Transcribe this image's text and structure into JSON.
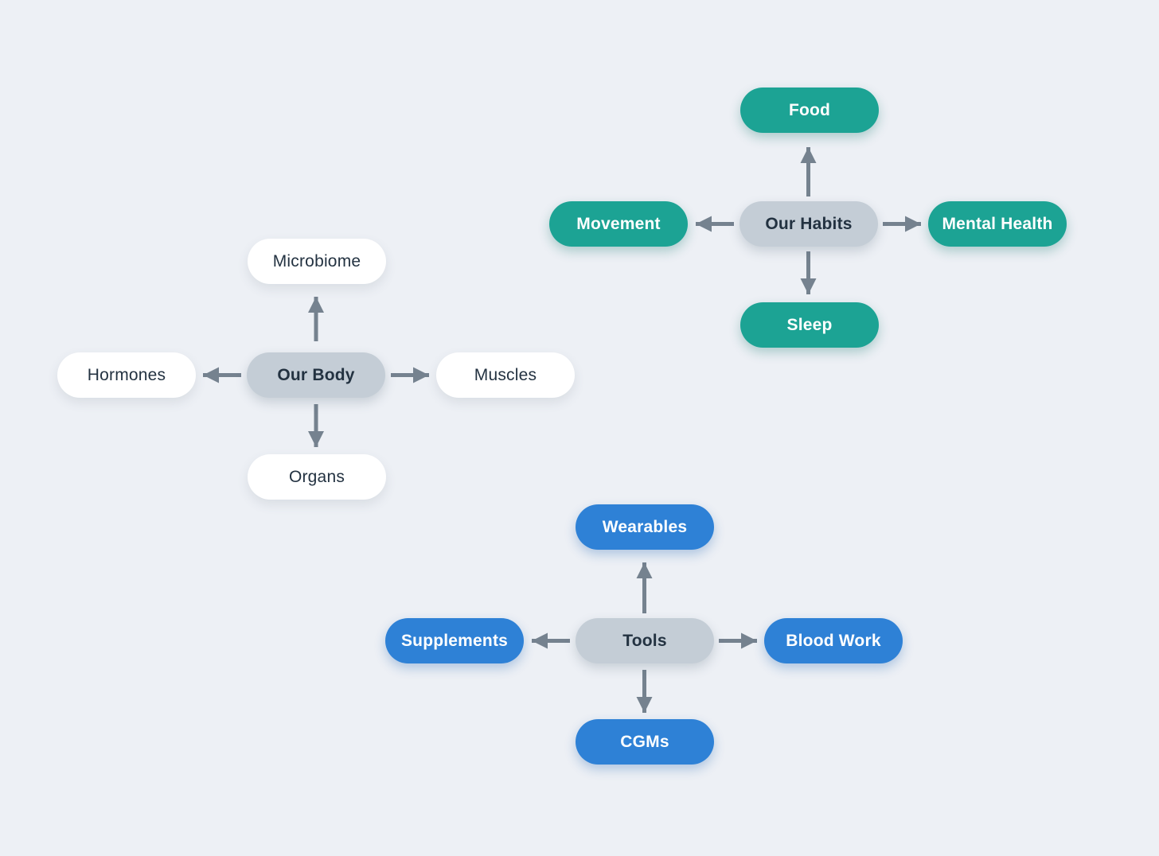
{
  "colors": {
    "background": "#edf0f5",
    "center_pill": "#c4cdd6",
    "dark_text": "#233241",
    "white_pill": "#ffffff",
    "teal_pill": "#1ca394",
    "blue_pill": "#2e81d6",
    "arrow": "#75828f"
  },
  "clusters": {
    "body": {
      "center": {
        "label": "Our Body"
      },
      "top": {
        "label": "Microbiome"
      },
      "left": {
        "label": "Hormones"
      },
      "right": {
        "label": "Muscles"
      },
      "bottom": {
        "label": "Organs"
      },
      "satellite_style": "white"
    },
    "habits": {
      "center": {
        "label": "Our Habits"
      },
      "top": {
        "label": "Food"
      },
      "left": {
        "label": "Movement"
      },
      "right": {
        "label": "Mental Health"
      },
      "bottom": {
        "label": "Sleep"
      },
      "satellite_style": "teal"
    },
    "tools": {
      "center": {
        "label": "Tools"
      },
      "top": {
        "label": "Wearables"
      },
      "left": {
        "label": "Supplements"
      },
      "right": {
        "label": "Blood Work"
      },
      "bottom": {
        "label": "CGMs"
      },
      "satellite_style": "blue"
    }
  }
}
